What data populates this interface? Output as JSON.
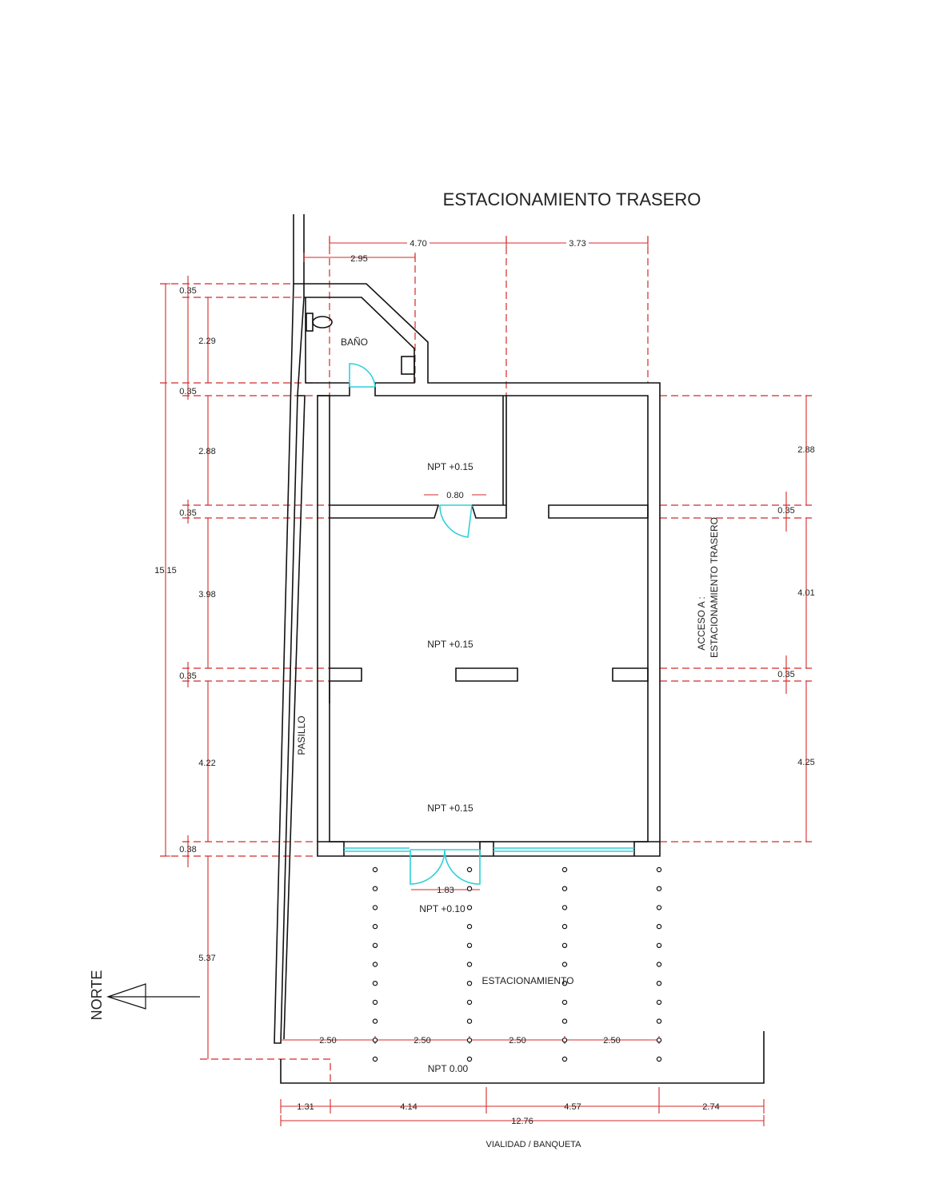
{
  "title": "ESTACIONAMIENTO TRASERO",
  "rooms": {
    "bano": "BAÑO",
    "npt_top": "NPT +0.15",
    "npt_mid": "NPT +0.15",
    "npt_bottom": "NPT +0.15",
    "npt_entry": "NPT +0.10",
    "parking": "ESTACIONAMIENTO",
    "npt_street": "NPT 0.00",
    "pasillo": "PASILLO",
    "access_line1": "ACCESO A :",
    "access_line2": "ESTACIONAMIENTO TRASERO",
    "street": "VIALIDAD / BANQUETA",
    "north": "NORTE"
  },
  "dims": {
    "top": [
      "4.70",
      "3.73"
    ],
    "top_bath": "2.95",
    "left_total": "15.15",
    "left": [
      "0.35",
      "2.29",
      "0.35",
      "2.88",
      "0.35",
      "3.98",
      "0.35",
      "4.22",
      "0.38",
      "5.37"
    ],
    "right": [
      "2.88",
      "0.35",
      "4.01",
      "0.35",
      "4.25"
    ],
    "door_inner": "0.80",
    "door_main": "1.83",
    "parking": [
      "2.50",
      "2.50",
      "2.50",
      "2.50"
    ],
    "bottom": [
      "1.31",
      "4.14",
      "4.57",
      "2.74"
    ],
    "bottom_total": "12.76"
  },
  "colors": {
    "walls": "#111111",
    "dimensions": "#d42a2a",
    "openings": "#2fd0d8"
  }
}
